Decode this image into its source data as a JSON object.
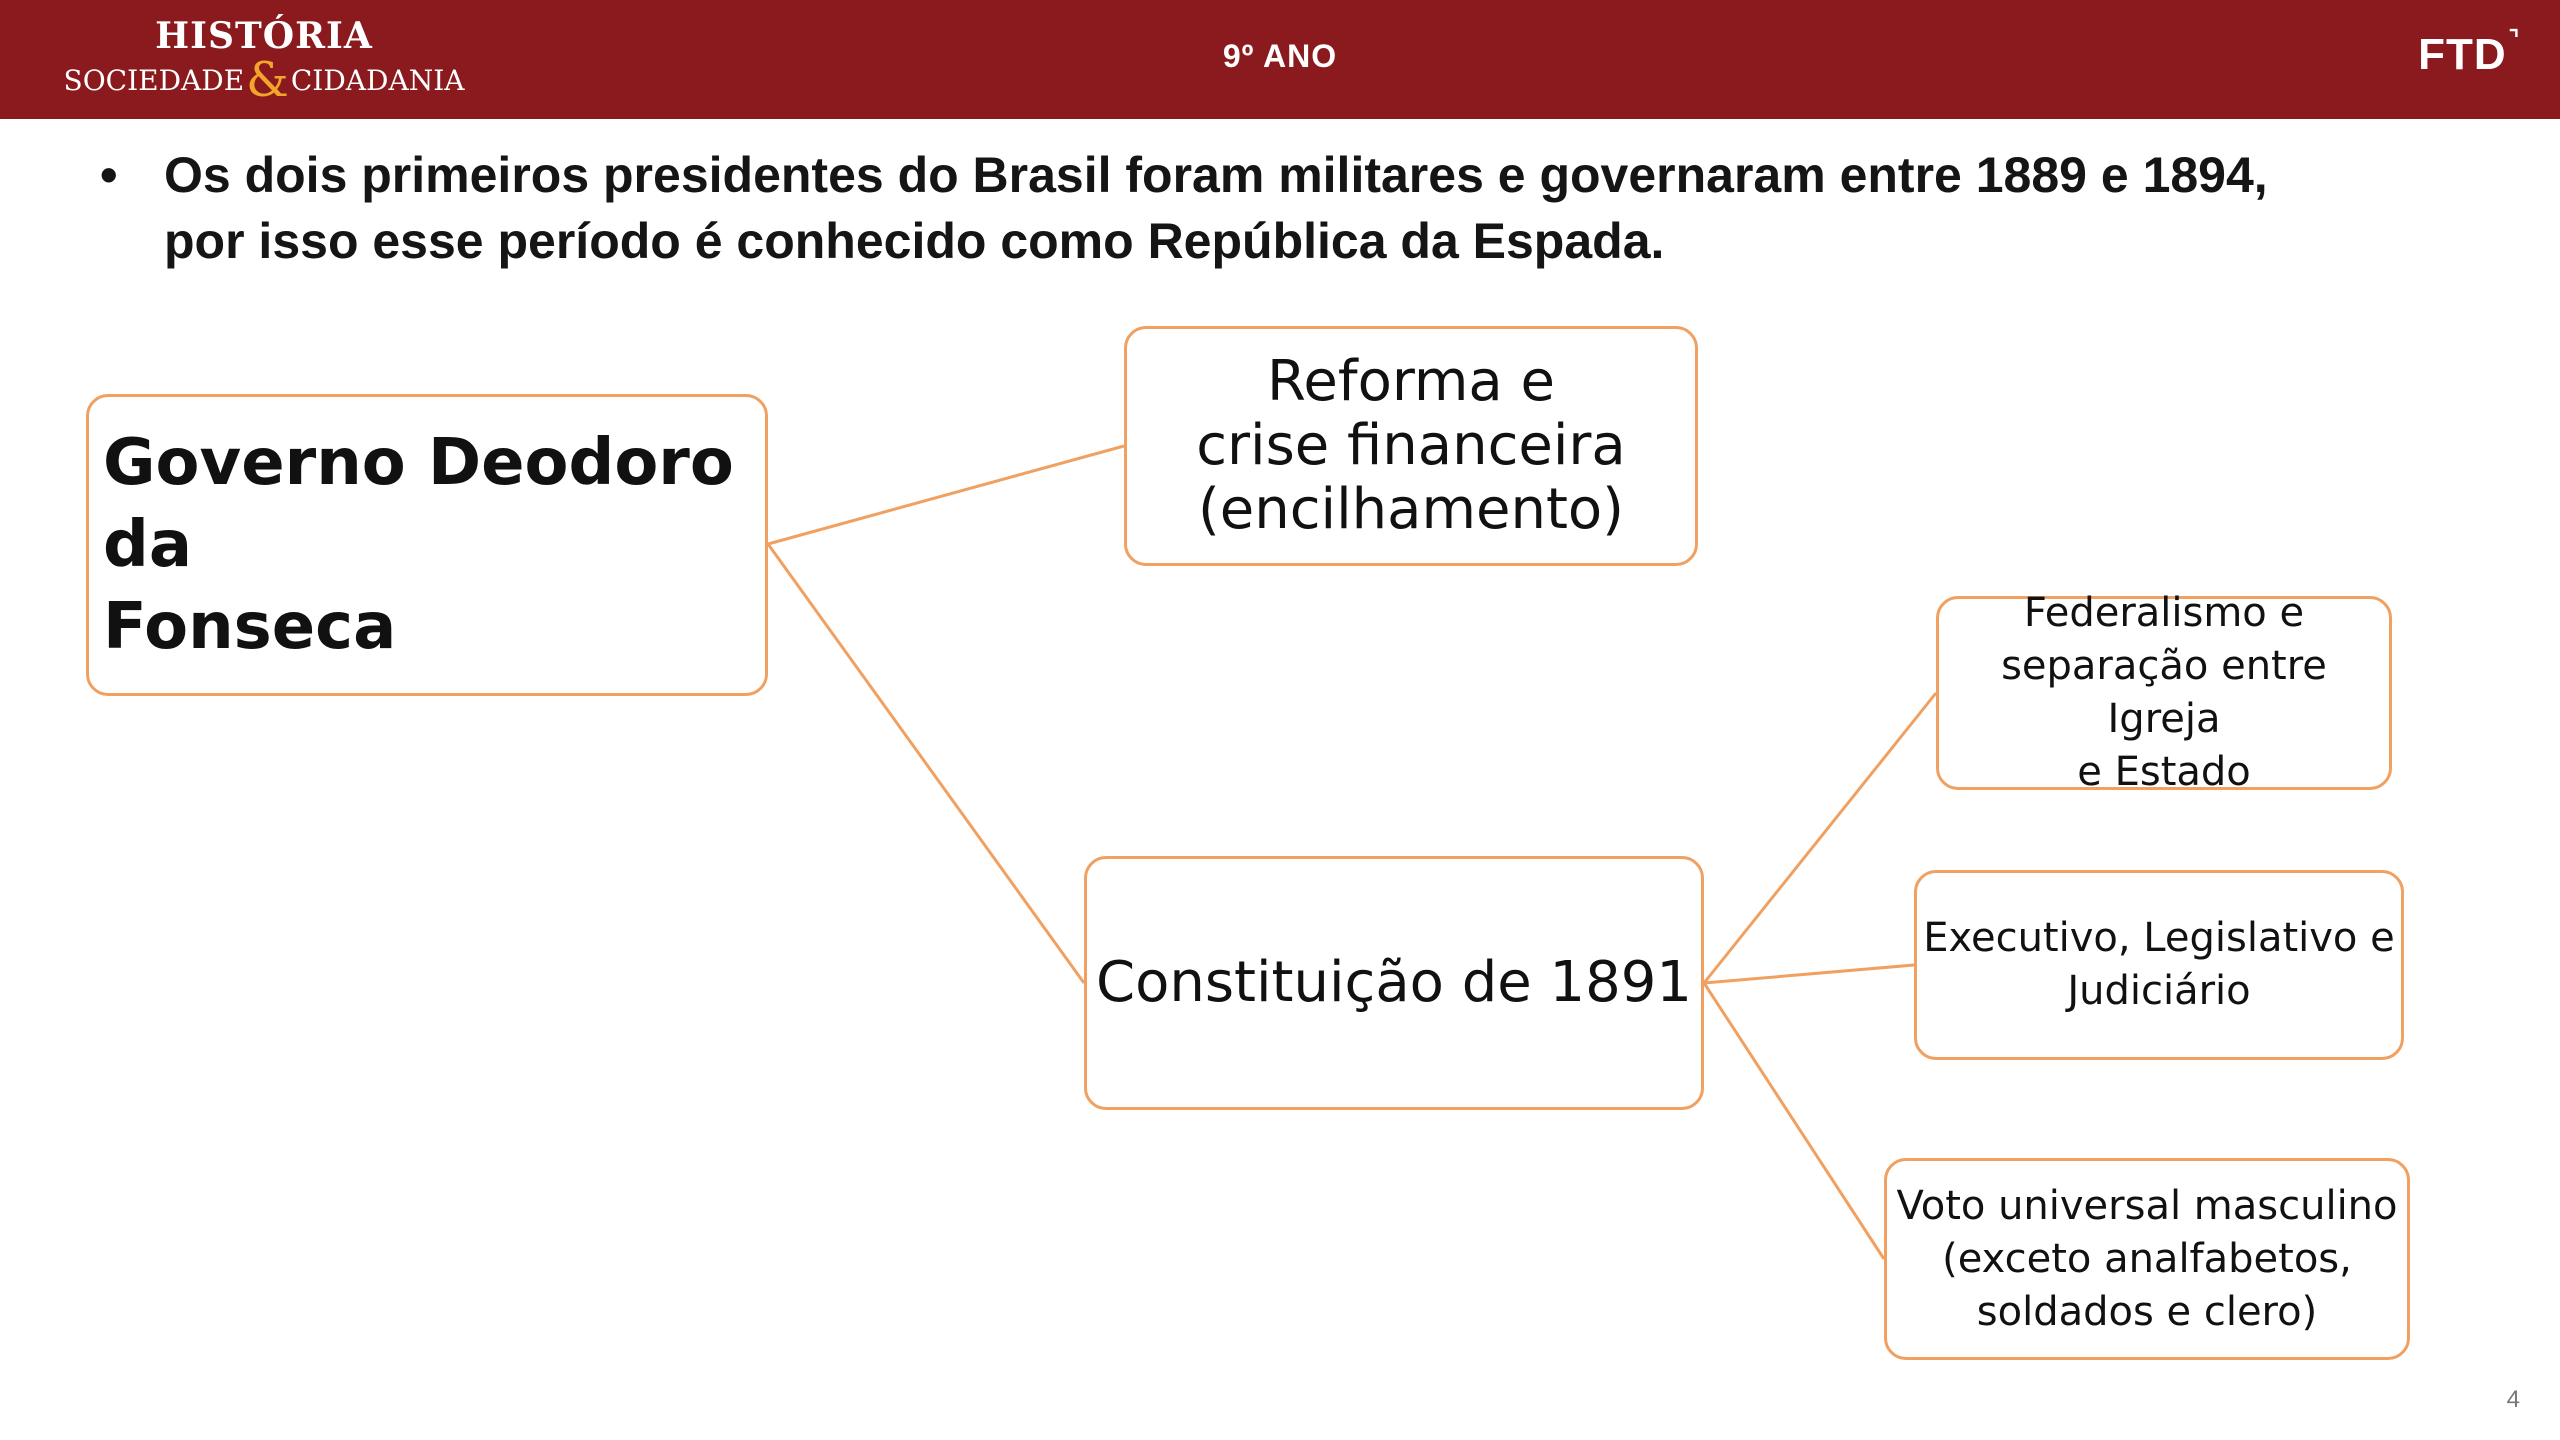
{
  "header": {
    "brand_title": "HISTÓRIA",
    "brand_sub_left": "SOCIEDADE",
    "brand_amp": "&",
    "brand_sub_right": "CIDADANIA",
    "grade": "9º ANO",
    "publisher": "FTD",
    "background_color": "#8b1a1e",
    "accent_color": "#f2a52a"
  },
  "intro": {
    "bullet": "•",
    "text_line1": "Os dois primeiros presidentes do Brasil foram militares e governaram entre 1889 e 1894,",
    "text_line2_prefix": "por isso esse período é conhecido como ",
    "text_emphasis": "República da Espada",
    "text_suffix": "."
  },
  "diagram": {
    "border_color": "#f0a060",
    "nodes": {
      "root": "Governo Deodoro da\nFonseca",
      "reforma": "Reforma e\ncrise financeira\n(encilhamento)",
      "constituicao": "Constituição de 1891",
      "federalismo": "Federalismo e\nseparação entre Igreja\ne Estado",
      "poderes": "Executivo, Legislativo e\nJudiciário",
      "voto": "Voto universal masculino\n(exceto analfabetos,\nsoldados e clero)"
    }
  },
  "page_number": "4"
}
